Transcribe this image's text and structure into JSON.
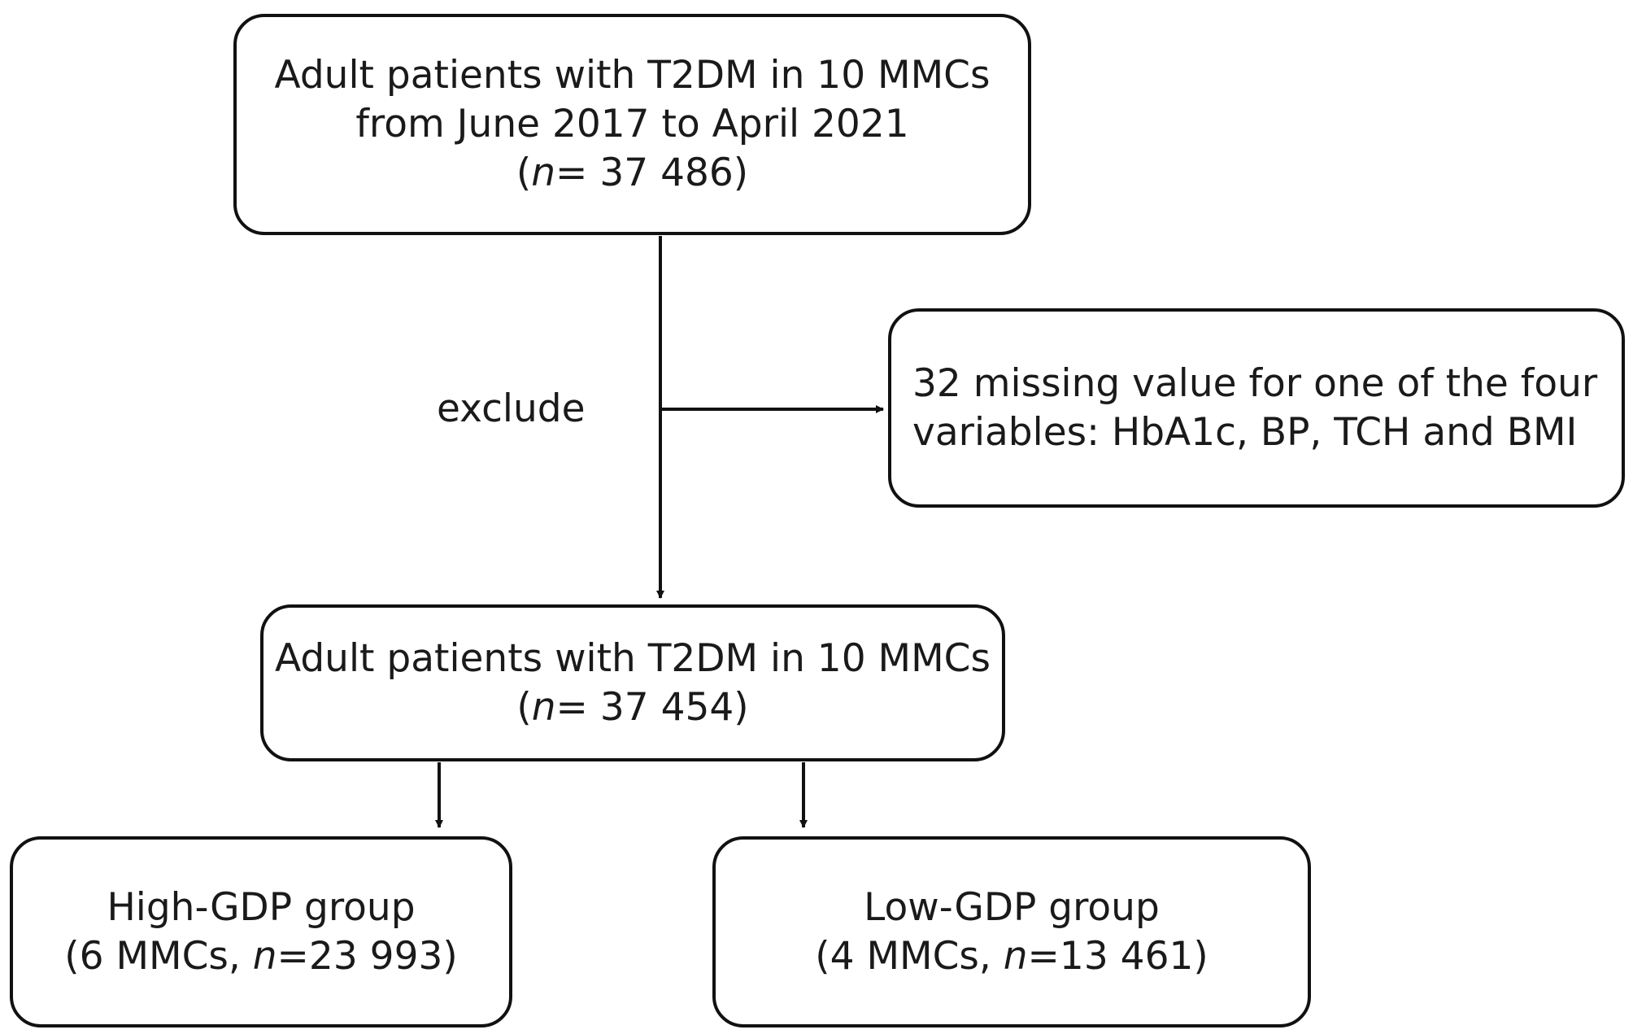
{
  "nodes": {
    "start": {
      "line1": "Adult patients with T2DM in 10 MMCs",
      "line2": "from June 2017 to April 2021",
      "n_open": "(",
      "n_var": "n",
      "n_rest": "= 37 486)"
    },
    "excluded": {
      "line1": "32 missing value for one of the four",
      "line2": "variables: HbA1c, BP, TCH and BMI"
    },
    "included": {
      "line1": "Adult patients with T2DM in 10 MMCs",
      "n_open": "(",
      "n_var": "n",
      "n_rest": "= 37 454)"
    },
    "high_gdp": {
      "line1": "High-GDP group",
      "n_prefix": "(6 MMCs, ",
      "n_var": "n",
      "n_rest": "=23 993)"
    },
    "low_gdp": {
      "line1": "Low-GDP group",
      "n_prefix": "(4 MMCs, ",
      "n_var": "n",
      "n_rest": "=13 461)"
    }
  },
  "edges": [
    {
      "from": "start",
      "to": "included"
    },
    {
      "from": "start",
      "to": "excluded",
      "label": "exclude"
    },
    {
      "from": "included",
      "to": "high_gdp"
    },
    {
      "from": "included",
      "to": "low_gdp"
    }
  ],
  "edge_label": "exclude",
  "colors": {
    "stroke": "#111111",
    "text": "#1a1a1a",
    "background": "#ffffff"
  }
}
